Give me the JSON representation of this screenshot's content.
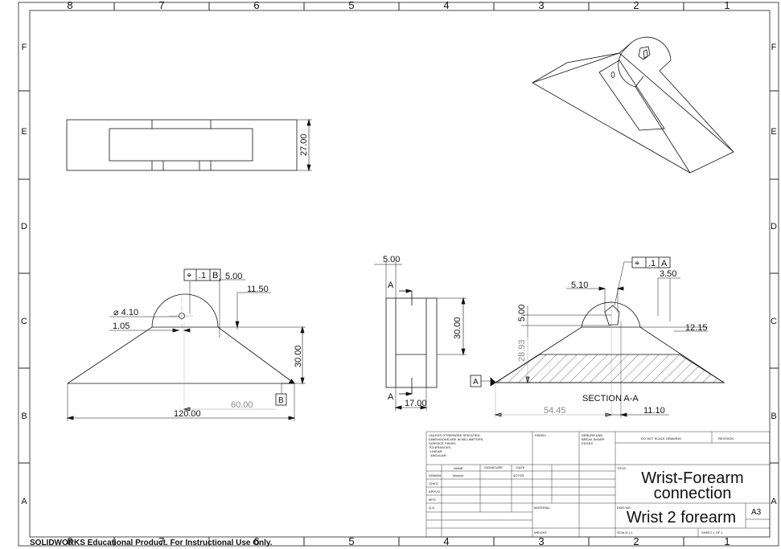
{
  "border": {
    "columns": [
      "8",
      "7",
      "6",
      "5",
      "4",
      "3",
      "2",
      "1"
    ],
    "rows": [
      "F",
      "E",
      "D",
      "C",
      "B",
      "A"
    ]
  },
  "views": {
    "top": {
      "dim_height": "27.00"
    },
    "front": {
      "gtol_symbol": "⌖",
      "gtol_tol": ".1",
      "gtol_datum": "B",
      "dim_5": "5.00",
      "dim_11_5": "11.50",
      "dim_dia": "⌀ 4.10",
      "dim_1_05": "1.05",
      "dim_30": "30.00",
      "dim_60": "60.00",
      "dim_120": "120.00",
      "datum_b": "B"
    },
    "side": {
      "dim_5": "5.00",
      "section_arrow_top": "A",
      "section_arrow_bottom": "A",
      "dim_30": "30.00",
      "dim_17": "17.00"
    },
    "section": {
      "gtol_symbol": "⌖",
      "gtol_tol": ".1",
      "gtol_datum": "A",
      "dim_3_5": "3.50",
      "dim_5_1": "5.10",
      "dim_5": "5.00",
      "dim_28_93": "28.93",
      "dim_12_15": "12.15",
      "dim_54_45": "54.45",
      "dim_11_1": "11.10",
      "datum_a": "A",
      "label": "SECTION A-A"
    }
  },
  "title_block": {
    "notes": [
      "UNLESS OTHERWISE SPECIFIED:",
      "DIMENSIONS ARE IN MILLIMETERS",
      "SURFACE FINISH:",
      "TOLERANCES:",
      "LINEAR:",
      "ANGULAR:"
    ],
    "finish": "FINISH:",
    "deburr": [
      "DEBURR AND",
      "BREAK SHARP",
      "EDGES"
    ],
    "do_not_scale": "DO NOT SCALE DRAWING",
    "revision": "REVISION",
    "headers": {
      "name": "NAME",
      "signature": "SIGNATURE",
      "date": "DATE"
    },
    "roles": [
      "DRAWN",
      "CHK'D",
      "APPV'D",
      "MFG",
      "Q.A"
    ],
    "drawn_name": "Markus",
    "drawn_date": "4/27/25",
    "title_label": "TITLE:",
    "title_line1": "Wrist-Forearm",
    "title_line2": "connection",
    "material": "MATERIAL:",
    "dwg_label": "DWG NO.",
    "dwg_no": "Wrist 2 forearm",
    "size": "A3",
    "weight": "WEIGHT:",
    "scale": "SCALE:1:1",
    "sheet": "SHEET 1 OF 1"
  },
  "watermark": "SOLIDWORKS Educational Product. For Instructional Use Only."
}
